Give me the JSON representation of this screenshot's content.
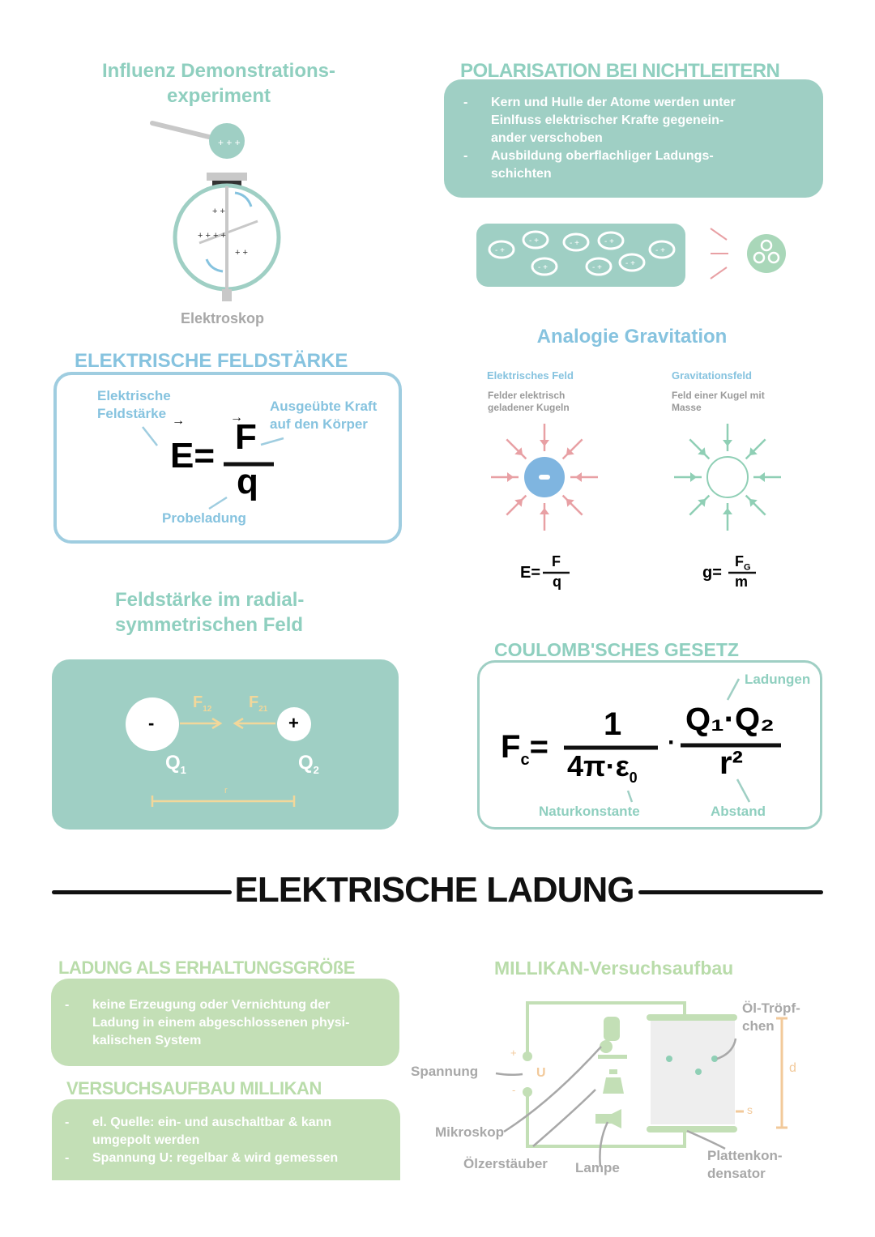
{
  "influenz": {
    "title_line1": "Influenz Demonstrations-",
    "title_line2": "experiment",
    "caption": "Elektroskop"
  },
  "polarisation": {
    "title": "POLARISATION BEI NICHTLEITERN",
    "bullets": [
      [
        "Kern und Hulle der Atome werden unter",
        "Einlfuss elektrischer Krafte gegenein-",
        "ander verschoben"
      ],
      [
        "Ausbildung oberflachliger Ladungs-",
        "schichten"
      ]
    ],
    "dipole_label": "- +"
  },
  "feldstaerke": {
    "title": "ELEKTRISCHE FELDSTÄRKE",
    "label_e_1": "Elektrische",
    "label_e_2": "Feldstärke",
    "label_f_1": "Ausgeübte Kraft",
    "label_f_2": "auf den Körper",
    "label_q": "Probeladung",
    "formula_lhs": "E",
    "formula_num": "F",
    "formula_den": "q"
  },
  "gravitation": {
    "title": "Analogie Gravitation",
    "electric": {
      "title": "Elektrisches Feld",
      "desc_1": "Felder elektrisch",
      "desc_2": "geladener Kugeln",
      "charge": "-",
      "lhs": "E",
      "num": "F",
      "den": "q"
    },
    "grav": {
      "title": "Gravitationsfeld",
      "desc_1": "Feld einer Kugel mit",
      "desc_2": "Masse",
      "lhs": "g",
      "num": "F",
      "num_sub": "G",
      "den": "m"
    },
    "colors": {
      "electric_arrows": "#e8a0a4",
      "charge": "#7fb5e0",
      "grav_arrows": "#8fcfb5"
    }
  },
  "radial": {
    "title_1": "Feldstärke im radial-",
    "title_2": "symmetrischen Feld",
    "q1_sign": "-",
    "q2_sign": "+",
    "q1": "Q",
    "q1_sub": "1",
    "q2": "Q",
    "q2_sub": "2",
    "f12": "F",
    "f12_sub": "12",
    "f21": "F",
    "f21_sub": "21",
    "r": "r"
  },
  "coulomb": {
    "title": "COULOMB'SCHES GESETZ",
    "lhs": "F",
    "lhs_sub": "c",
    "num1": "1",
    "den1": "4π·ε",
    "den1_sub": "0",
    "num2": "Q₁·Q₂",
    "den2": "r²",
    "label_ladungen": "Ladungen",
    "label_natur": "Naturkonstante",
    "label_abstand": "Abstand"
  },
  "section_title": "ELEKTRISCHE LADUNG",
  "erhaltung": {
    "title": "LADUNG ALS ERHALTUNGSGRÖßE",
    "bullets": [
      [
        "keine Erzeugung oder Vernichtung der",
        "Ladung in einem abgeschlossenen physi-",
        "kalischen System"
      ]
    ]
  },
  "versuch": {
    "title": "VERSUCHSAUFBAU MILLIKAN",
    "bullets": [
      [
        "el. Quelle: ein- und auschaltbar & kann",
        "umgepolt werden"
      ],
      [
        "Spannung U: regelbar &  wird gemessen"
      ]
    ]
  },
  "millikan": {
    "title": "MILLIKAN-Versuchsaufbau",
    "spannung": "Spannung",
    "u": "U",
    "plus": "+",
    "minus": "-",
    "mikroskop": "Mikroskop",
    "zerstaeuber": "Ölzerstäuber",
    "lampe": "Lampe",
    "troepfchen_1": "Öl-Tröpf-",
    "troepfchen_2": "chen",
    "kondensator_1": "Plattenkon-",
    "kondensator_2": "densator",
    "d": "d",
    "s": "s"
  },
  "colors": {
    "teal": "#9fcfc4",
    "blue": "#9fcde0",
    "green": "#c3dfb6",
    "orange": "#f2c99a"
  }
}
